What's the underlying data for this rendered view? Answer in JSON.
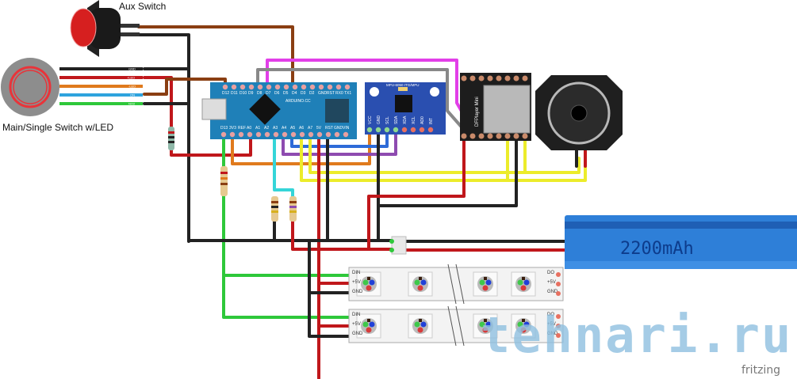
{
  "labels": {
    "aux_switch": "Aux Switch",
    "main_switch": "Main/Single Switch w/LED",
    "battery": "2200mAh",
    "watermark": "tehnari.ru",
    "brand": "fritzing",
    "mpu": "MPU-6050 ITG/MPU",
    "dfplayer": "DFPlayer Mini",
    "arduino": "ARDUINO.CC"
  },
  "switch_wires": [
    "GND",
    "+LED",
    "-LED",
    "ON",
    "NO2"
  ],
  "arduino_pins_top": [
    "D12",
    "D11",
    "D10",
    "D9",
    "D8",
    "D7",
    "D6",
    "D5",
    "D4",
    "D3",
    "D2",
    "GND",
    "RST",
    "RX0",
    "TX1"
  ],
  "arduino_pins_bottom": [
    "D13",
    "3V3",
    "REF",
    "A0",
    "A1",
    "A2",
    "A3",
    "A4",
    "A5",
    "A6",
    "A7",
    "5V",
    "RST",
    "GND",
    "VIN"
  ],
  "mpu_pins": [
    "VCC",
    "GND",
    "SCL",
    "SDA",
    "XDA",
    "XCL",
    "AD0",
    "INT"
  ],
  "strip_pins": [
    "DIN",
    "+5V",
    "GND"
  ],
  "strip_out": [
    "DO",
    "+5V",
    "GND"
  ],
  "colors": {
    "arduino": "#1f80b8",
    "mpu": "#2a4fb0",
    "battery": "#2e7fd8",
    "wire_red": "#c0171b",
    "wire_black": "#222222",
    "wire_green": "#2ec83a",
    "wire_yellow": "#ecec2a",
    "wire_brown": "#8a3e12",
    "wire_magenta": "#e23fe8",
    "wire_orange": "#e07a1d",
    "wire_cyan": "#35d5d8",
    "wire_purple": "#8e4bb0",
    "wire_blue": "#2e6bd8"
  }
}
